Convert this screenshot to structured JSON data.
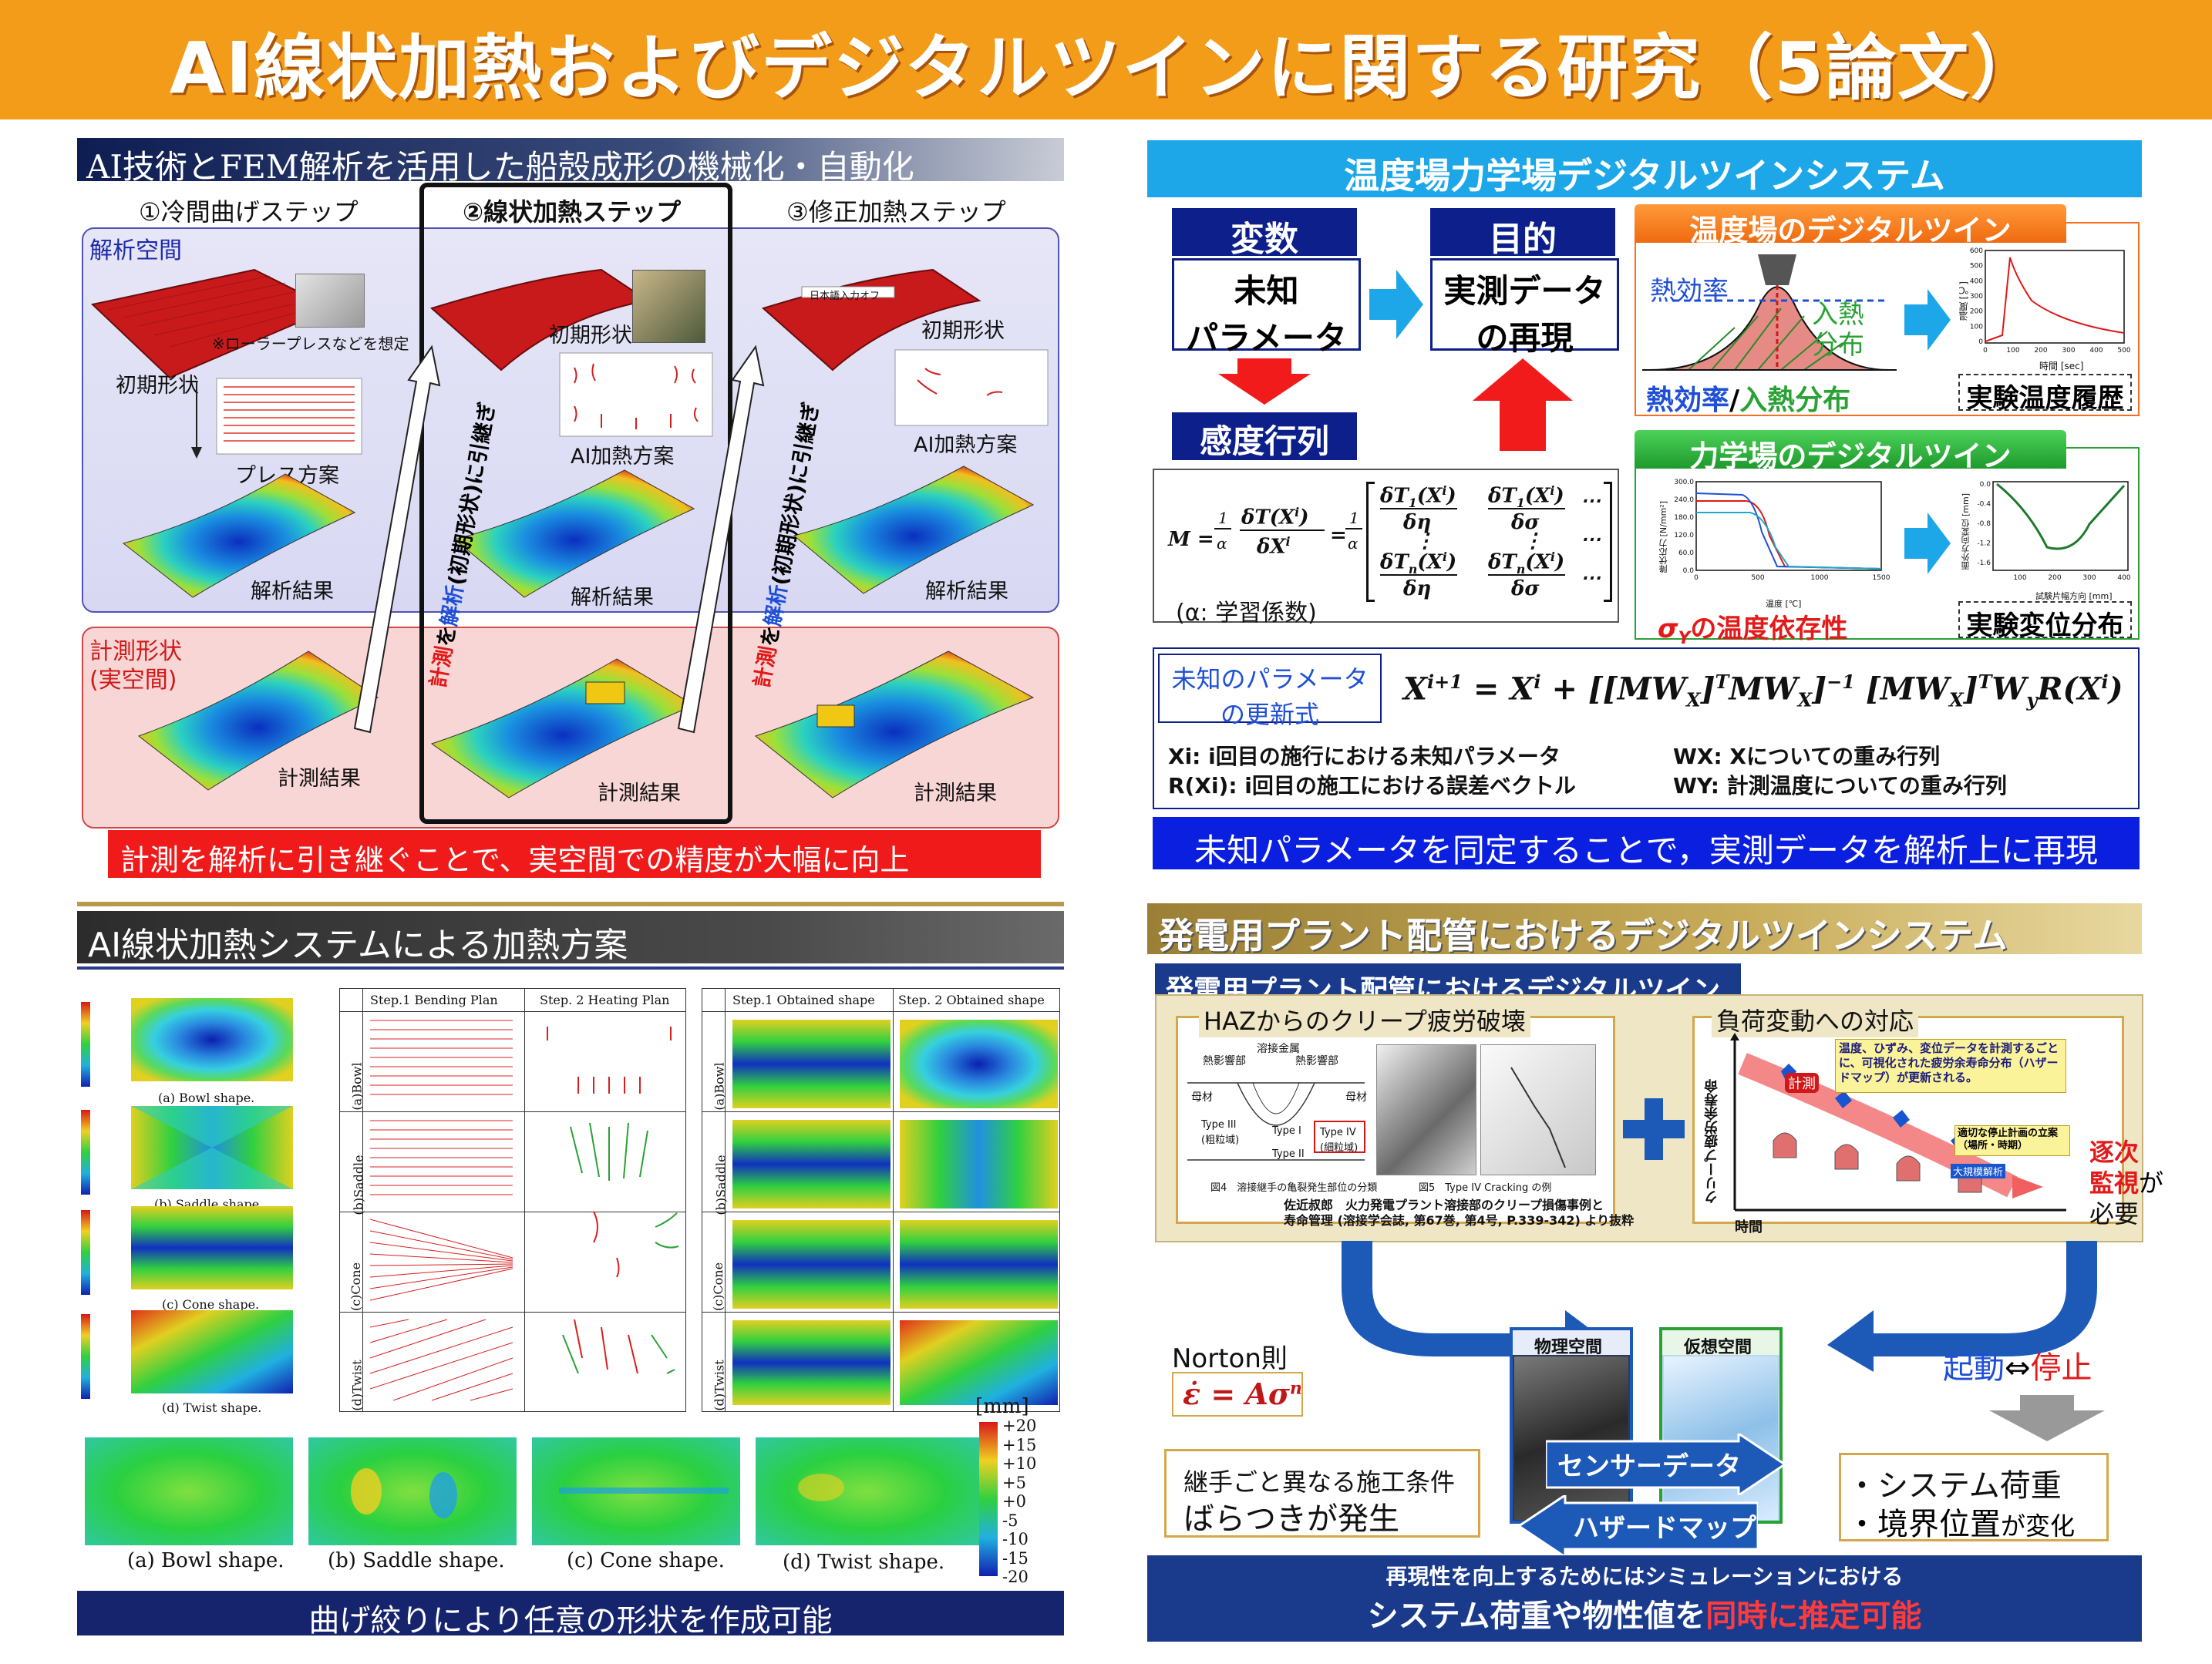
{
  "title": "AI線状加熱およびデジタルツインに関する研究（5論文）",
  "colors": {
    "orange": "#f39c1a",
    "navy": "#0c1f8a",
    "cyan": "#1da7e8",
    "red": "#e31a1a",
    "gold": "#b79a4c",
    "green": "#2aa135"
  },
  "tl": {
    "header": "AI技術とFEM解析を活用した船殻成形の機械化・自動化",
    "step1": "①冷間曲げステップ",
    "step2": "②線状加熱ステップ",
    "step3": "③修正加熱ステップ",
    "analysis_space": "解析空間",
    "init_shape_1": "初期形状",
    "init_shape_2": "初期形状",
    "init_shape_3": "初期形状",
    "roller_note": "※ローラープレスなどを想定",
    "press_plan": "プレス方案",
    "ai_plan_1": "AI加熱方案",
    "ai_plan_2": "AI加熱方案",
    "result_1": "解析結果",
    "result_2": "解析結果",
    "result_3": "解析結果",
    "diag_text_1a": "計測",
    "diag_text_1b": "を",
    "diag_text_1c": "解析",
    "diag_text_1d": "(初期形状)に引継ぎ",
    "diag_text_2a": "計測",
    "diag_text_2b": "を",
    "diag_text_2c": "解析",
    "diag_text_2d": "(初期形状)に引継ぎ",
    "measure_shape": "計測形状",
    "real_space": "(実空間)",
    "meas_1": "計測結果",
    "meas_2": "計測結果",
    "meas_3": "計測結果",
    "footer": "計測を解析に引き継ぐことで、実空間での精度が大幅に向上",
    "screen_label": "日本語入力オフ"
  },
  "tr": {
    "header": "温度場力学場デジタルツインシステム",
    "var": "変数",
    "purpose": "目的",
    "unknown_1": "未知",
    "unknown_2": "パラメータ",
    "reproduce_1": "実測データ",
    "reproduce_2": "の再現",
    "sensitivity": "感度行列",
    "temp_twin": "温度場のデジタルツイン",
    "heat_eff": "熱効率",
    "heat_in_1": "入熱",
    "heat_in_2": "分布",
    "heat_label_a": "熱効率",
    "heat_label_b": "/",
    "heat_label_c": "入熱分布",
    "exp_temp": "実験温度履歴",
    "mech_twin": "力学場のデジタルツイン",
    "sigma_a": "σ",
    "sigma_b": "Y",
    "sigma_c": "の温度依存性",
    "exp_disp": "実験変位分布",
    "alpha_note": "(α: 学習係数)",
    "update_1": "未知のパラメータ",
    "update_2": "の更新式",
    "def1": "Xi: i回目の施行における未知パラメータ",
    "def2": "R(Xi): i回目の施工における誤差ベクトル",
    "def3": "WX: Xについての重み行列",
    "def4": "WY: 計測温度についての重み行列",
    "footer": "未知パラメータを同定することで，実測データを解析上に再現",
    "temp_chart": {
      "ylabel": "温度 [℃]",
      "xlabel": "時間 [sec]",
      "yticks": [
        "600",
        "500",
        "400",
        "300",
        "200",
        "100",
        "0"
      ],
      "xticks": [
        "0",
        "100",
        "200",
        "300",
        "400",
        "500"
      ]
    },
    "yield_chart": {
      "ylabel": "降伏応力 [N/mm²]",
      "xlabel": "温度 [℃]",
      "yticks": [
        "300.0",
        "240.0",
        "180.0",
        "120.0",
        "60.0",
        "0.0"
      ],
      "xticks": [
        "0",
        "500",
        "1000",
        "1500"
      ]
    },
    "disp_chart": {
      "ylabel": "面外方向変位 [mm]",
      "xlabel": "試験片幅方向 [mm]",
      "yticks": [
        "0.0",
        "-0.4",
        "-0.8",
        "-1.2",
        "-1.6"
      ],
      "xticks": [
        "100",
        "200",
        "300",
        "400"
      ]
    }
  },
  "bl": {
    "header": "AI線状加熱システムによる加熱方案",
    "col1": "Step.1 Bending Plan",
    "col2": "Step. 2 Heating Plan",
    "col3": "Step.1 Obtained shape",
    "col4": "Step. 2 Obtained shape",
    "row1": "(a)Bowl",
    "row2": "(b)Saddle",
    "row3": "(c)Cone",
    "row4": "(d)Twist",
    "cap_a": "(a) Bowl shape.",
    "cap_b": "(b) Saddle shape.",
    "cap_c": "(c) Cone shape.",
    "cap_d": "(d) Twist shape.",
    "unit": "[mm]",
    "cb_ticks": [
      "+20",
      "+15",
      "+10",
      "+5",
      "+0",
      "-5",
      "-10",
      "-15",
      "-20"
    ],
    "footer": "曲げ絞りにより任意の形状を作成可能"
  },
  "br": {
    "header": "発電用プラント配管におけるデジタルツインシステム",
    "sub": "発電用プラント配管におけるデジタルツイン",
    "creep": "HAZからのクリープ疲労破壊",
    "load": "負荷変動への対応",
    "fig_weld": "溶接金属",
    "fig_haz_l": "熱影響部",
    "fig_haz_r": "熱影響部",
    "fig_base_l": "母材",
    "fig_base_r": "母材",
    "fig_type3": "Type III",
    "fig_coarse": "(粗粒域)",
    "fig_type1": "Type I",
    "fig_type2": "Type II",
    "fig_type4": "Type IV",
    "fig_fine": "(細粒域)",
    "fig4": "図4　溶接継手の亀裂発生部位の分類",
    "fig5": "図5　Type IV Cracking の例",
    "cite1": "佐近叔郎　火力発電プラント溶接部のクリープ損傷事例と",
    "cite2": "寿命管理 (溶接学会誌, 第67巻, 第4号, P.339-342) より抜粋",
    "yaxis": "クリープ疲労余寿命",
    "xaxis": "時間",
    "callout": "温度、ひずみ、変位データを計測するごとに、可視化された疲労余寿命分布（ハザードマップ）が更新される。",
    "measure_tag": "計測",
    "plan_note": "適切な停止計画の立案（場所・時期）",
    "big_analysis": "大規模解析",
    "gradual_1": "逐次",
    "gradual_2": "監視",
    "gradual_3": "が",
    "gradual_4": "必要",
    "norton": "Norton則",
    "norton_eq": "ε̇ = Aσ",
    "norton_exp": "n",
    "phys": "物理空間",
    "virt": "仮想空間",
    "start_a": "起動",
    "start_b": "⇔",
    "start_c": "停止",
    "cond_1": "継手ごと異なる施工条件",
    "cond_2": "ばらつきが発生",
    "sensor": "センサーデータ",
    "hazard": "ハザードマップ",
    "sys_1a": "・システム荷重",
    "sys_2a": "・境界位置",
    "sys_2b": "が変化",
    "footer_1": "再現性を向上するためにはシミュレーションにおける",
    "footer_2a": "システム荷重や物性値を",
    "footer_2b": "同時に推定可能"
  }
}
